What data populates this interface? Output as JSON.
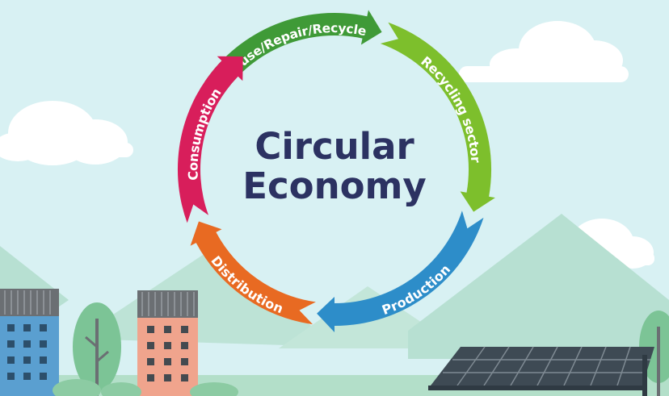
{
  "diagram": {
    "center_title": [
      "Circular",
      "Economy"
    ],
    "cycle": [
      {
        "label": "Re-use/Repair/Recycle",
        "color": "#3f9a37",
        "text_size": 15.5
      },
      {
        "label": "Recycling sector",
        "color": "#7dbf2c",
        "text_size": 16
      },
      {
        "label": "Production",
        "color": "#2d8dc9",
        "text_size": 16
      },
      {
        "label": "Distribution",
        "color": "#e86a22",
        "text_size": 16
      },
      {
        "label": "Consumption",
        "color": "#d81e5b",
        "text_size": 16
      }
    ]
  },
  "background": {
    "sky": "#d8f1f3",
    "mountains": "#b7e0d2",
    "building_left": "#5a9fd0",
    "building_right": "#f0a48d",
    "solar_panel": "#3e4a54"
  }
}
